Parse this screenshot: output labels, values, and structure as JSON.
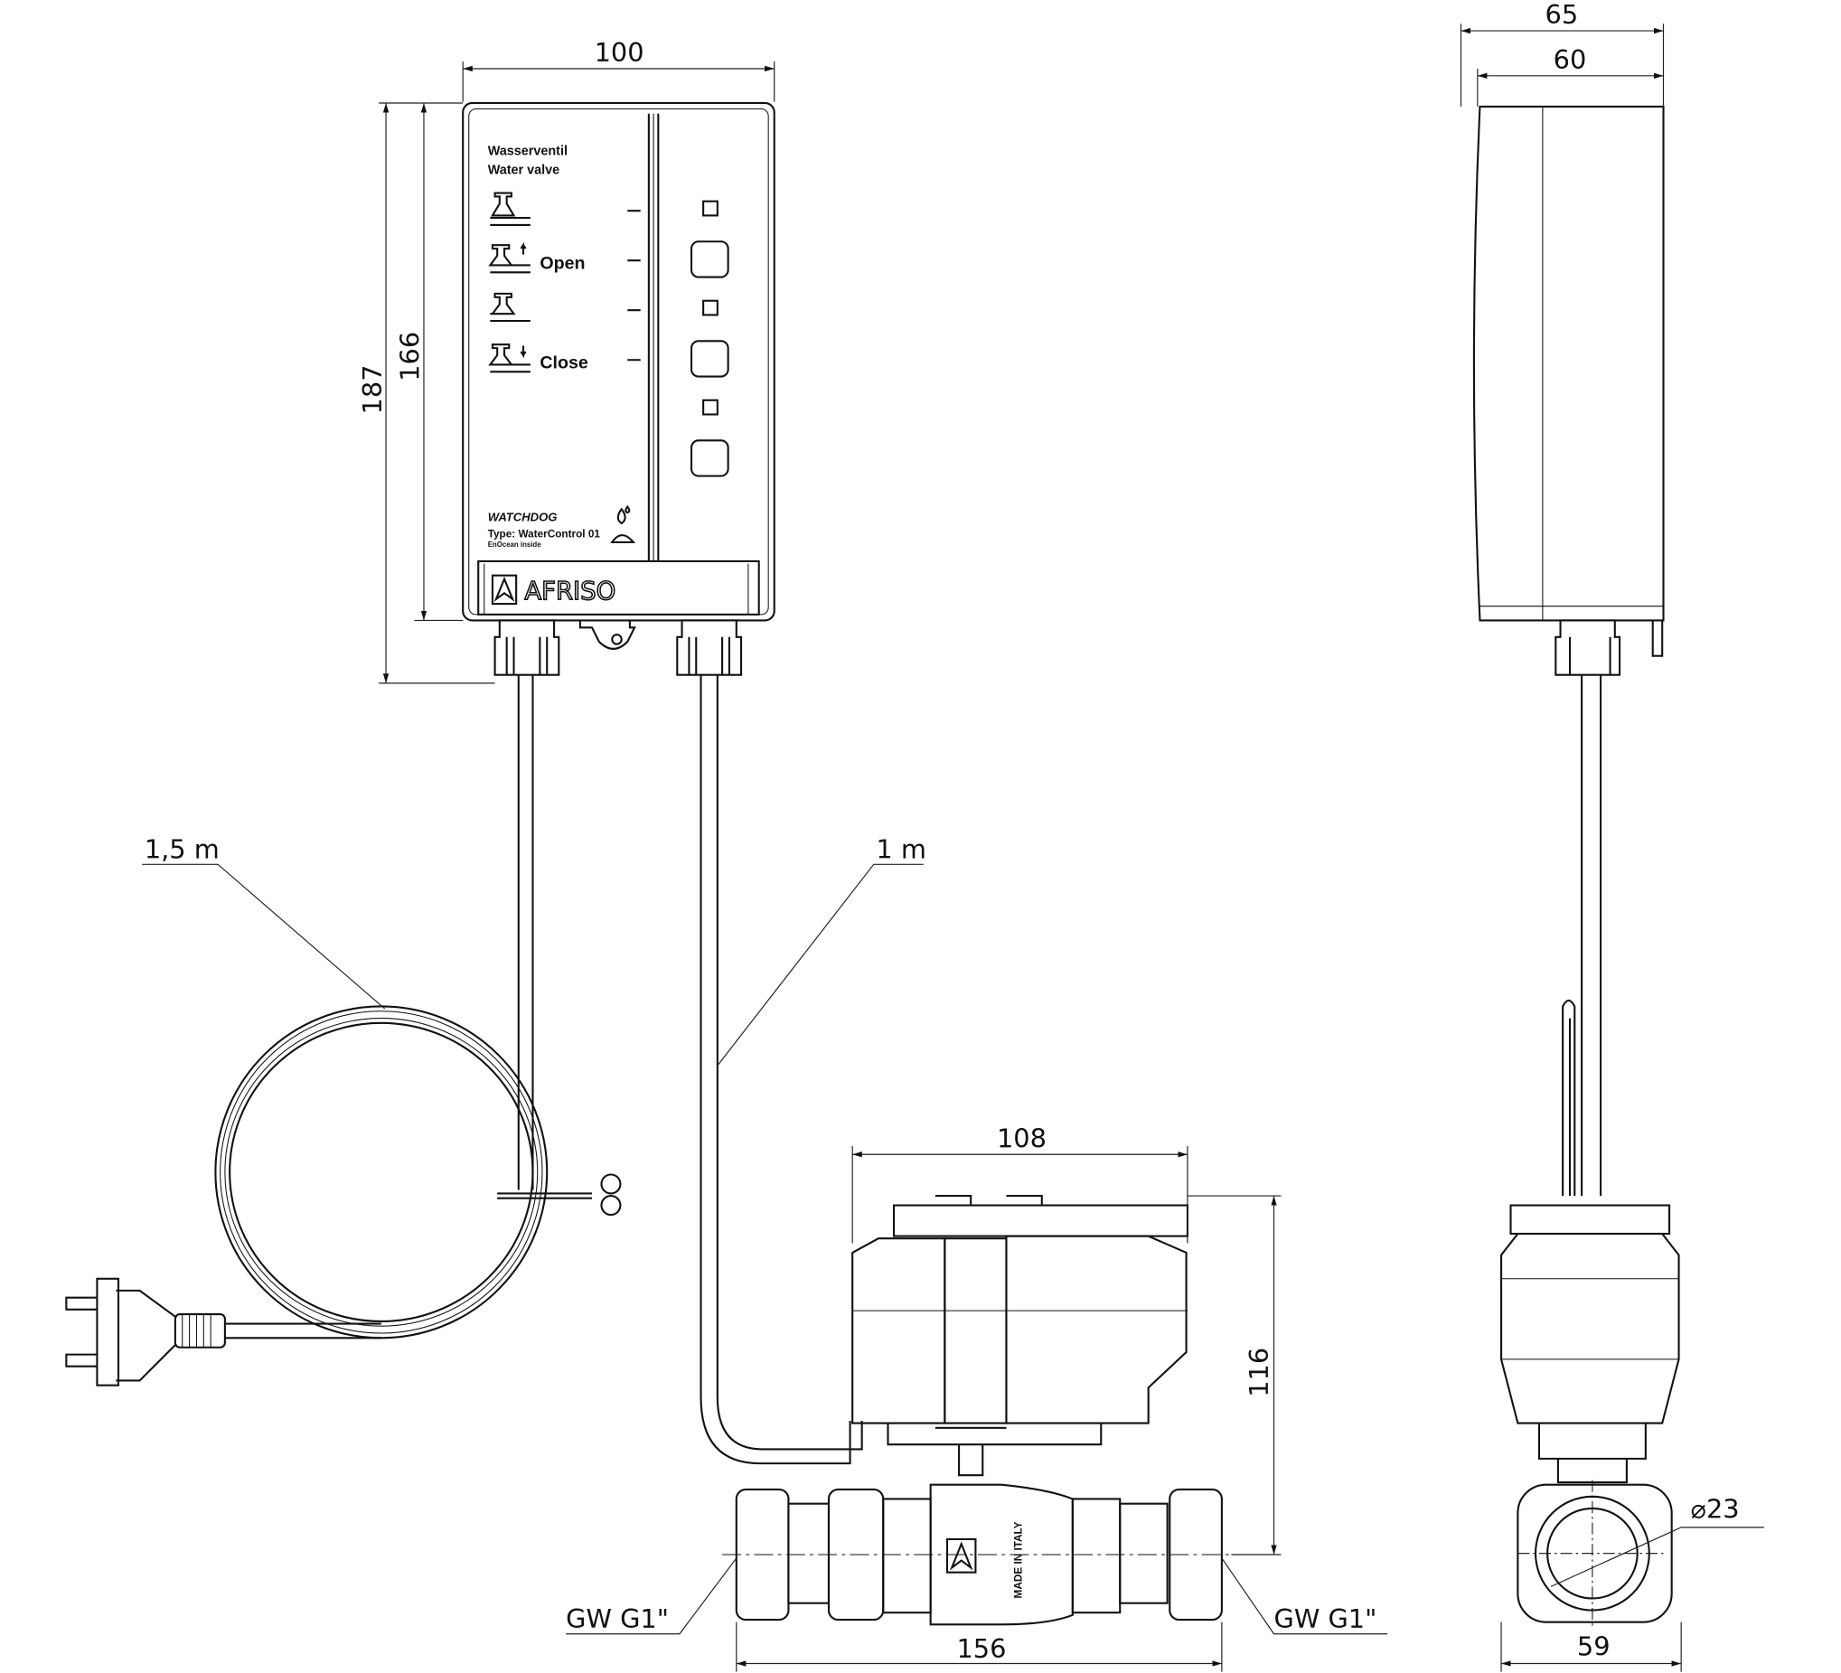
{
  "dimensions": {
    "box_width": "100",
    "box_height_total": "187",
    "box_height": "166",
    "side_depth_total": "65",
    "side_depth": "60",
    "power_cable": "1,5 m",
    "valve_cable": "1 m",
    "actuator_width": "108",
    "actuator_height": "116",
    "valve_length": "156",
    "thread_left": "GW G1\"",
    "thread_right": "GW G1\"",
    "bore_diameter": "⌀23",
    "valve_width": "59"
  },
  "panel": {
    "title_de": "Wasserventil",
    "title_en": "Water valve",
    "open_label": "Open",
    "close_label": "Close",
    "product_brand": "WATCHDOG",
    "type_label": "Type: WaterControl 01",
    "enocean": "EnOcean inside",
    "manufacturer": "AFRISO"
  },
  "valve": {
    "origin": "MADE IN ITALY"
  }
}
